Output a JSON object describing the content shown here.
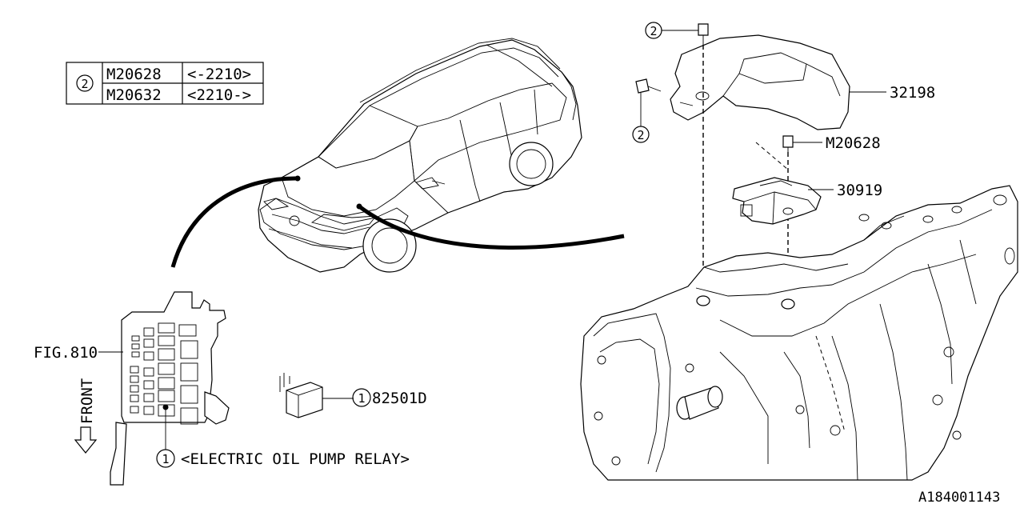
{
  "table": {
    "ref_symbol": "2",
    "rows": [
      {
        "part": "M20628",
        "range": "<-2210>"
      },
      {
        "part": "M20632",
        "range": "<2210->"
      }
    ]
  },
  "callouts": {
    "c32198": "32198",
    "c30919": "30919",
    "bolt_top": "M20628",
    "ref2_a": "2",
    "ref2_b": "2",
    "fig": "FIG.810",
    "relay_ref": "1",
    "relay_part": "82501D",
    "fusebox_ref": "1",
    "relay_desc": "<ELECTRIC OIL PUMP RELAY>",
    "front": "FRONT",
    "diagram_id": "A184001143"
  }
}
